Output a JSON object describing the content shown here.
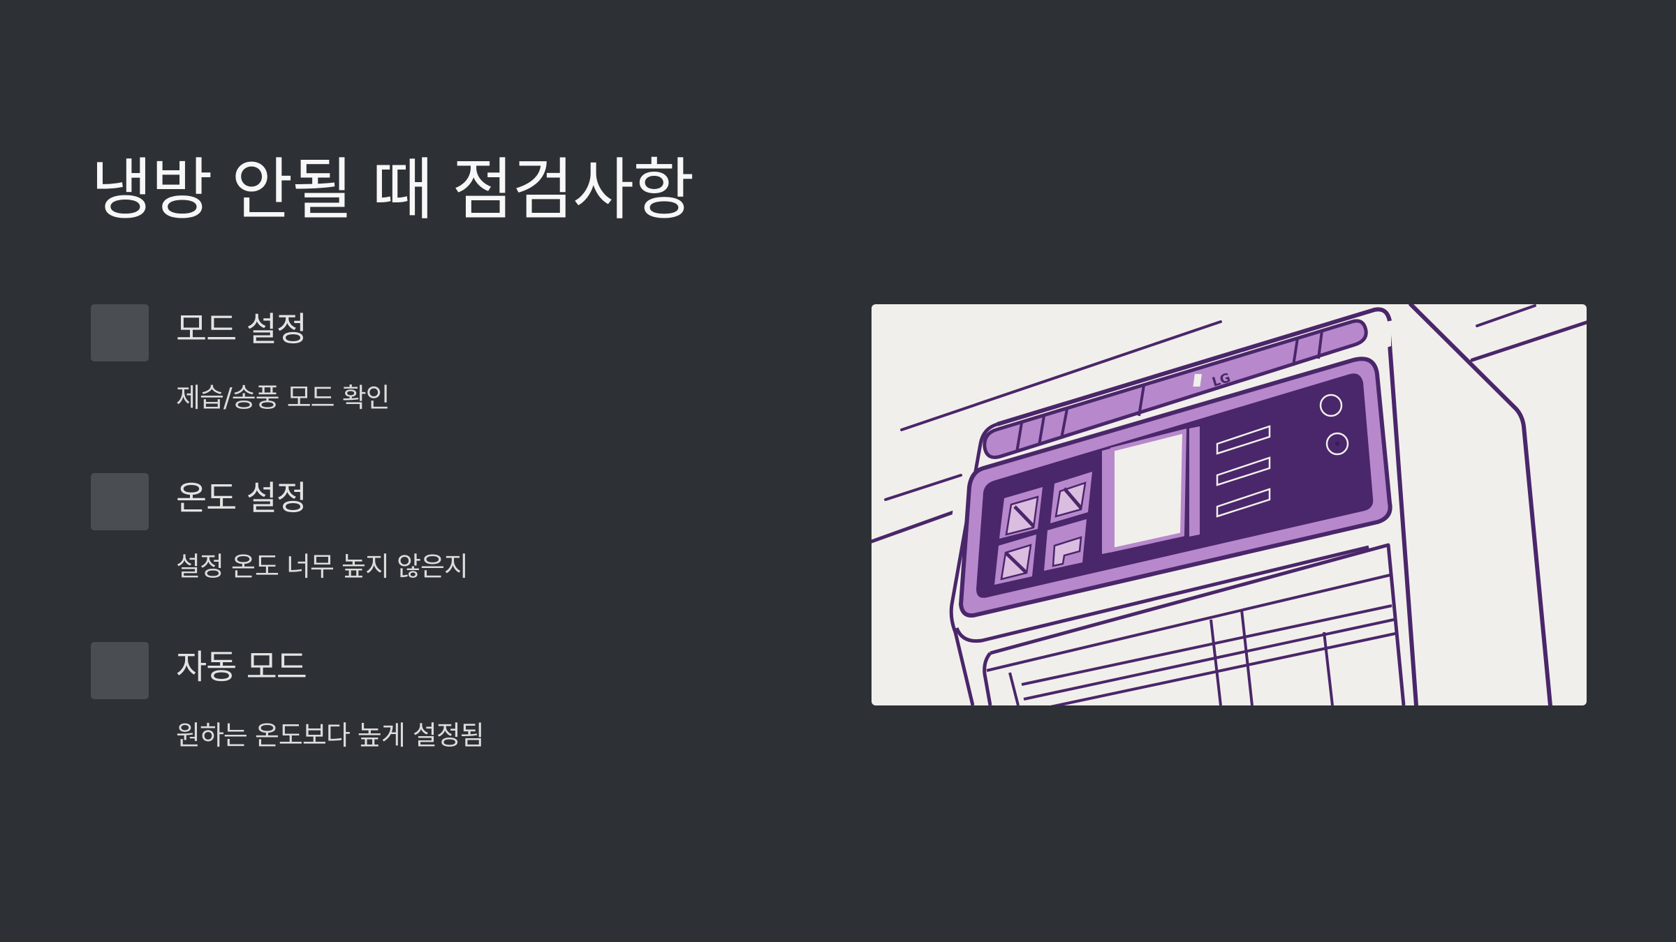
{
  "page": {
    "title": "냉방 안될 때 점검사항"
  },
  "checklist": {
    "items": [
      {
        "heading": "모드 설정",
        "description": "제습/송풍 모드 확인"
      },
      {
        "heading": "온도 설정",
        "description": "설정 온도 너무 높지 않은지"
      },
      {
        "heading": "자동 모드",
        "description": "원하는 온도보다 높게 설정됨"
      }
    ]
  },
  "illustration": {
    "subject": "air-conditioner-control-panel",
    "brand_label": "LG",
    "colors": {
      "background": "#f1efeb",
      "outline": "#4a266a",
      "panel_dark": "#4a266a",
      "panel_light": "#b789cc",
      "button_fill": "#dbbde0"
    }
  },
  "colors": {
    "page_background": "#2d3034",
    "icon_box": "#4a4e53",
    "title_text": "#f7f7f7",
    "body_text": "#dcdcdc"
  }
}
